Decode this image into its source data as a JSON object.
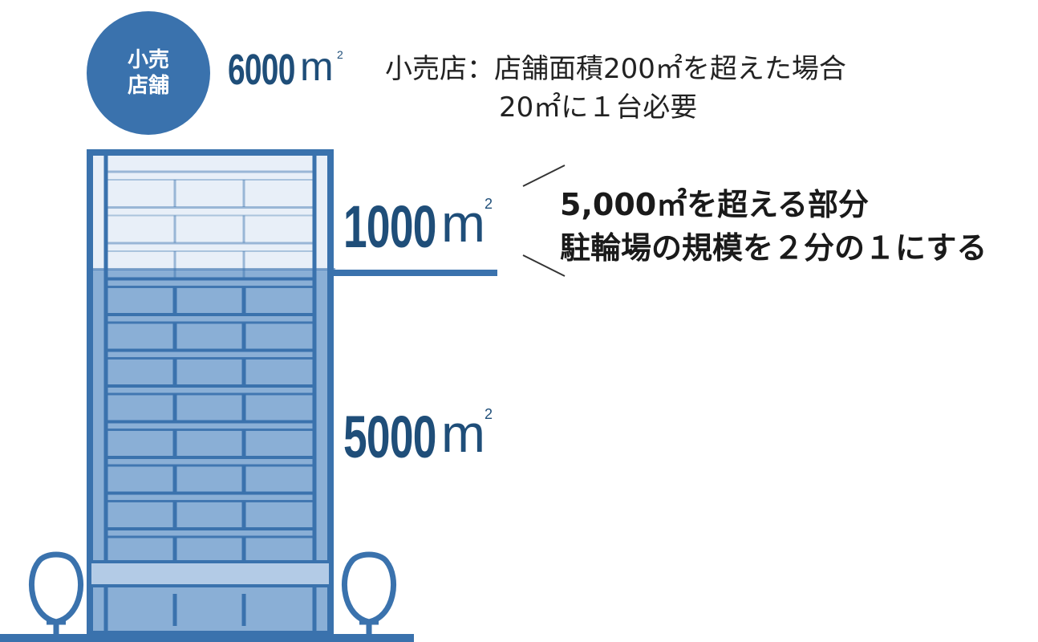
{
  "badge": {
    "line1": "小売",
    "line2": "店舗"
  },
  "total_area": {
    "value": "6000",
    "unit": "m",
    "sup": "2"
  },
  "rule": {
    "line1": "小売店：店舗面積200㎡を超えた場合",
    "line2": "20㎡に１台必要"
  },
  "upper_area": {
    "value": "1000",
    "unit": "m",
    "sup": "2"
  },
  "lower_area": {
    "value": "5000",
    "unit": "m",
    "sup": "2"
  },
  "note": {
    "line1": "5,000㎡を超える部分",
    "line2": "駐輪場の規模を２分の１にする"
  },
  "colors": {
    "accent": "#3a72ad",
    "dark_blue": "#1f4e79",
    "building_fill": "#8aafd6",
    "building_light": "#e8eff8"
  }
}
